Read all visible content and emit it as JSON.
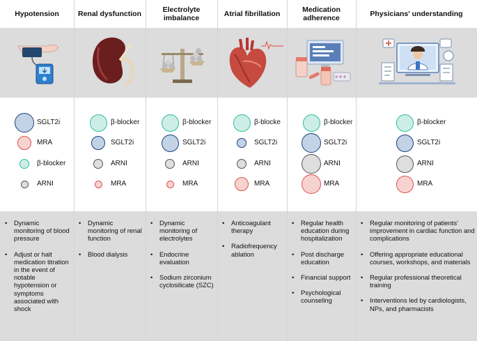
{
  "columns": [
    {
      "key": "hypotension",
      "title": "Hypotension",
      "drugs": [
        {
          "label": "SGLT2i",
          "color": "blue",
          "size": "xl"
        },
        {
          "label": "MRA",
          "color": "red",
          "size": "m"
        },
        {
          "label": "β-blocker",
          "color": "teal",
          "size": "s"
        },
        {
          "label": "ARNI",
          "color": "gray",
          "size": "xs"
        }
      ],
      "notes": [
        "Dynamic monitoring of blood pressure",
        "Adjust or halt medication titration in the event of notable hypotension or symptoms associated with shock"
      ]
    },
    {
      "key": "renal",
      "title": "Renal dysfunction",
      "drugs": [
        {
          "label": "β-blocker",
          "color": "teal",
          "size": "l"
        },
        {
          "label": "SGLT2i",
          "color": "blue",
          "size": "m"
        },
        {
          "label": "ARNI",
          "color": "gray",
          "size": "s"
        },
        {
          "label": "MRA",
          "color": "red",
          "size": "xs"
        }
      ],
      "notes": [
        "Dynamic monitoring of renal function",
        "Blood dialysis"
      ]
    },
    {
      "key": "electrolyte",
      "title": "Electrolyte imbalance",
      "drugs": [
        {
          "label": "β-blocker",
          "color": "teal",
          "size": "l"
        },
        {
          "label": "SGLT2i",
          "color": "blue",
          "size": "l"
        },
        {
          "label": "ARNI",
          "color": "gray",
          "size": "s"
        },
        {
          "label": "MRA",
          "color": "red",
          "size": "xs"
        }
      ],
      "notes": [
        "Dynamic monitoring of electrolytes",
        "Endocrine evaluation",
        "Sodium zirconium cyclosilicate (SZC)"
      ]
    },
    {
      "key": "af",
      "title": "Atrial fibrillation",
      "drugs": [
        {
          "label": "β-blocke",
          "color": "teal",
          "size": "l"
        },
        {
          "label": "SGLT2i",
          "color": "blue",
          "size": "s"
        },
        {
          "label": "ARNI",
          "color": "gray",
          "size": "s"
        },
        {
          "label": "MRA",
          "color": "red",
          "size": "m"
        }
      ],
      "notes": [
        "Anticoagulant therapy",
        "Radiofrequency ablation"
      ]
    },
    {
      "key": "adherence",
      "title": "Medication adherence",
      "drugs": [
        {
          "label": "β-blocker",
          "color": "teal",
          "size": "l"
        },
        {
          "label": "SGLT2i",
          "color": "blue",
          "size": "xl"
        },
        {
          "label": "ARNI",
          "color": "gray",
          "size": "xl"
        },
        {
          "label": "MRA",
          "color": "red",
          "size": "xl"
        }
      ],
      "notes": [
        "Regular health education during hospitalization",
        "Post discharge education",
        "Financial support",
        "Psychological counseling"
      ]
    },
    {
      "key": "understanding",
      "title": "Physicians' understanding",
      "drugs": [
        {
          "label": "β-blocker",
          "color": "teal",
          "size": "l"
        },
        {
          "label": "SGLT2i",
          "color": "blue",
          "size": "l"
        },
        {
          "label": "ARNI",
          "color": "gray",
          "size": "l"
        },
        {
          "label": "MRA",
          "color": "red",
          "size": "l"
        }
      ],
      "notes": [
        "Regular monitoring of patients' improvement in cardiac function and complications",
        "Offering appropriate educational courses, workshops, and materials",
        "Regular professional theoretical training",
        "Interventions led by cardiologists, NPs, and pharmacists"
      ]
    }
  ],
  "palette": {
    "blue": {
      "fill": "#c2d3e6",
      "stroke": "#1d3f7a"
    },
    "red": {
      "fill": "#f7d3d0",
      "stroke": "#d9534f"
    },
    "teal": {
      "fill": "#cdeee6",
      "stroke": "#2dbfa0"
    },
    "gray": {
      "fill": "#dedede",
      "stroke": "#555555"
    }
  },
  "illustrations": [
    "blood-pressure-monitor-icon",
    "kidney-icon",
    "balance-scale-icon",
    "heart-ecg-icon",
    "pill-bottles-monitor-icon",
    "doctor-telemedicine-icon"
  ]
}
